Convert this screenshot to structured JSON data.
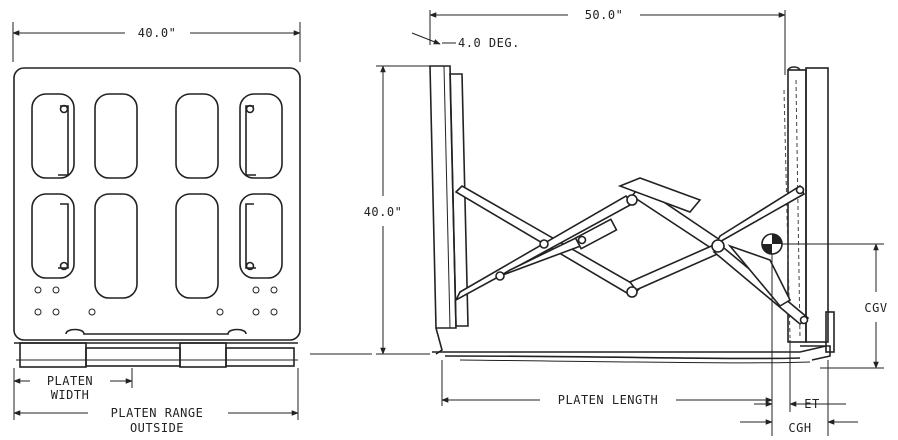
{
  "front_view": {
    "width_dim": "40.0\"",
    "platen_width": [
      "PLATEN",
      "WIDTH"
    ],
    "platen_range": [
      "PLATEN RANGE",
      "OUTSIDE"
    ]
  },
  "side_view": {
    "length_dim": "50.0\"",
    "angle": "4.0 DEG.",
    "height_dim": "40.0\"",
    "platen_length": "PLATEN LENGTH",
    "cgv": "CGV",
    "et": "ET",
    "cgh": "CGH"
  }
}
